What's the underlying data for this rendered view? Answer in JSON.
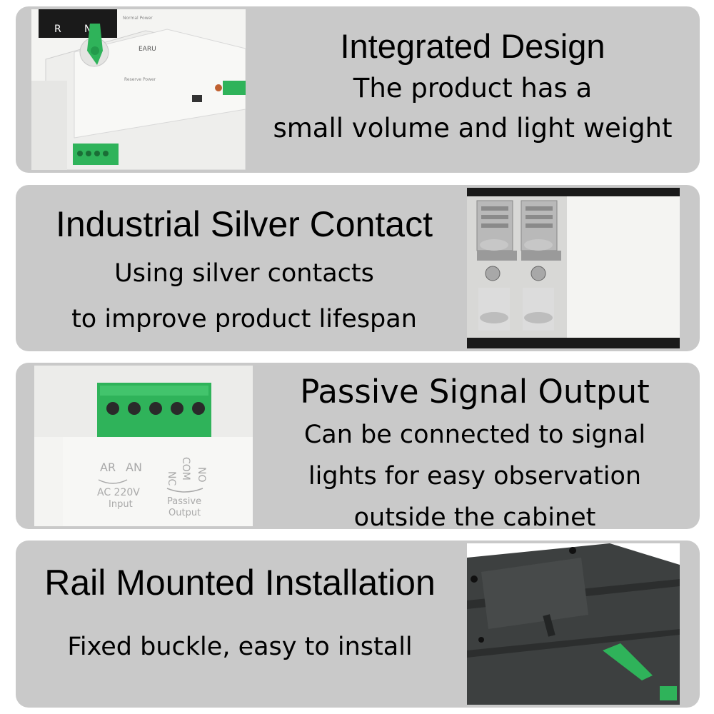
{
  "features": [
    {
      "title": "Integrated Design",
      "lines": [
        "The product has a",
        "small volume and light weight"
      ],
      "image": "switch-device-photo",
      "image_labels": {
        "phase_r": "R",
        "phase_n": "N",
        "brand": "EARU",
        "normal_power": "Normal Power",
        "reserve_power": "Reserve Power"
      }
    },
    {
      "title": "Industrial Silver Contact",
      "lines": [
        "Using silver contacts",
        "to improve product lifespan"
      ],
      "image": "silver-contact-terminals-photo"
    },
    {
      "title": "Passive Signal Output",
      "lines": [
        "Can be connected to signal",
        "lights for easy observation",
        "outside the cabinet"
      ],
      "image": "signal-terminal-block-photo",
      "image_labels": {
        "ar": "AR",
        "an": "AN",
        "nc": "NC",
        "com": "COM",
        "no": "NO",
        "input_voltage": "AC 220V",
        "input": "Input",
        "passive": "Passive",
        "output": "Output"
      }
    },
    {
      "title": "Rail Mounted Installation",
      "lines": [
        "Fixed buckle, easy to install"
      ],
      "image": "rail-mount-bottom-photo"
    }
  ],
  "colors": {
    "card_bg": "#c9c9c9",
    "terminal_green": "#2fb35a",
    "device_white": "#f2f2f0",
    "rail_dark": "#3d4040"
  }
}
